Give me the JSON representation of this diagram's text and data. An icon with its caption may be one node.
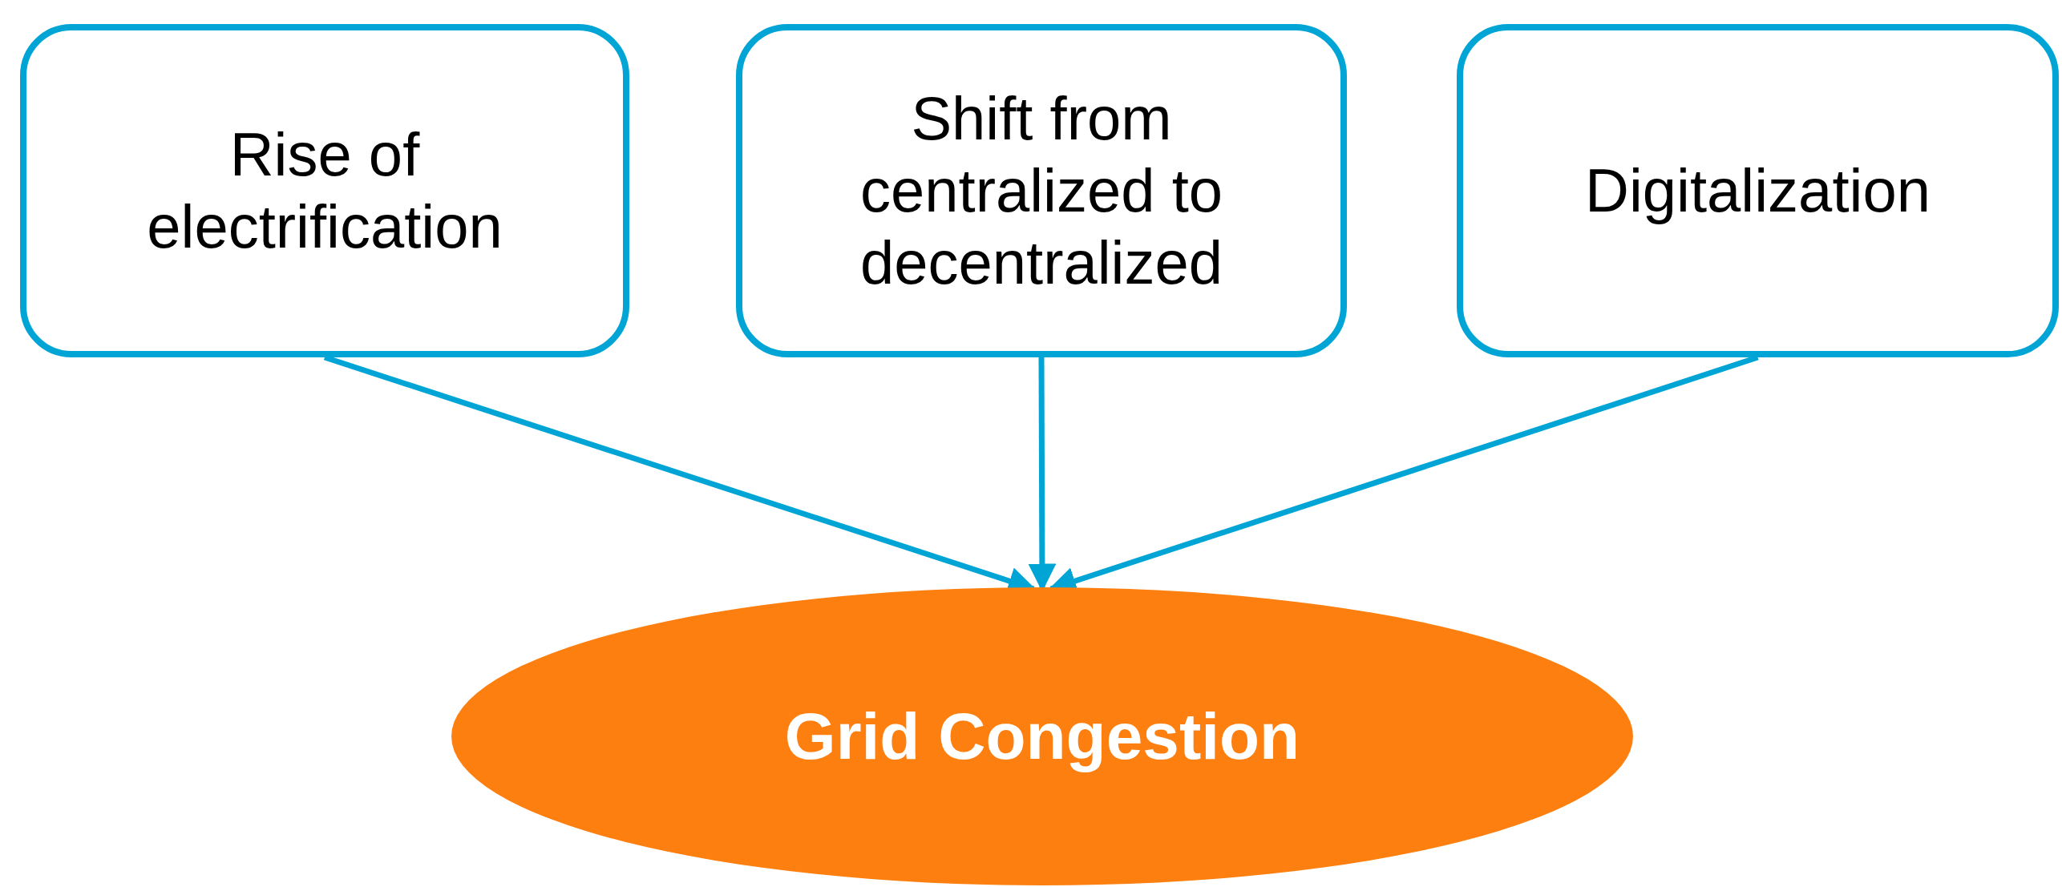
{
  "diagram": {
    "nodes": [
      {
        "text": [
          "Rise of electrification"
        ]
      },
      {
        "text": [
          "Shift from centralized to decentralized"
        ]
      },
      {
        "text": [
          "Digitalization"
        ]
      },
      {
        "text": [
          "Grid Congestion"
        ]
      }
    ],
    "edges": [
      {
        "from": 0,
        "to": 3,
        "arrow": "to"
      },
      {
        "from": 1,
        "to": 3,
        "arrow": "to"
      },
      {
        "from": 2,
        "to": 3,
        "arrow": "to"
      }
    ]
  }
}
